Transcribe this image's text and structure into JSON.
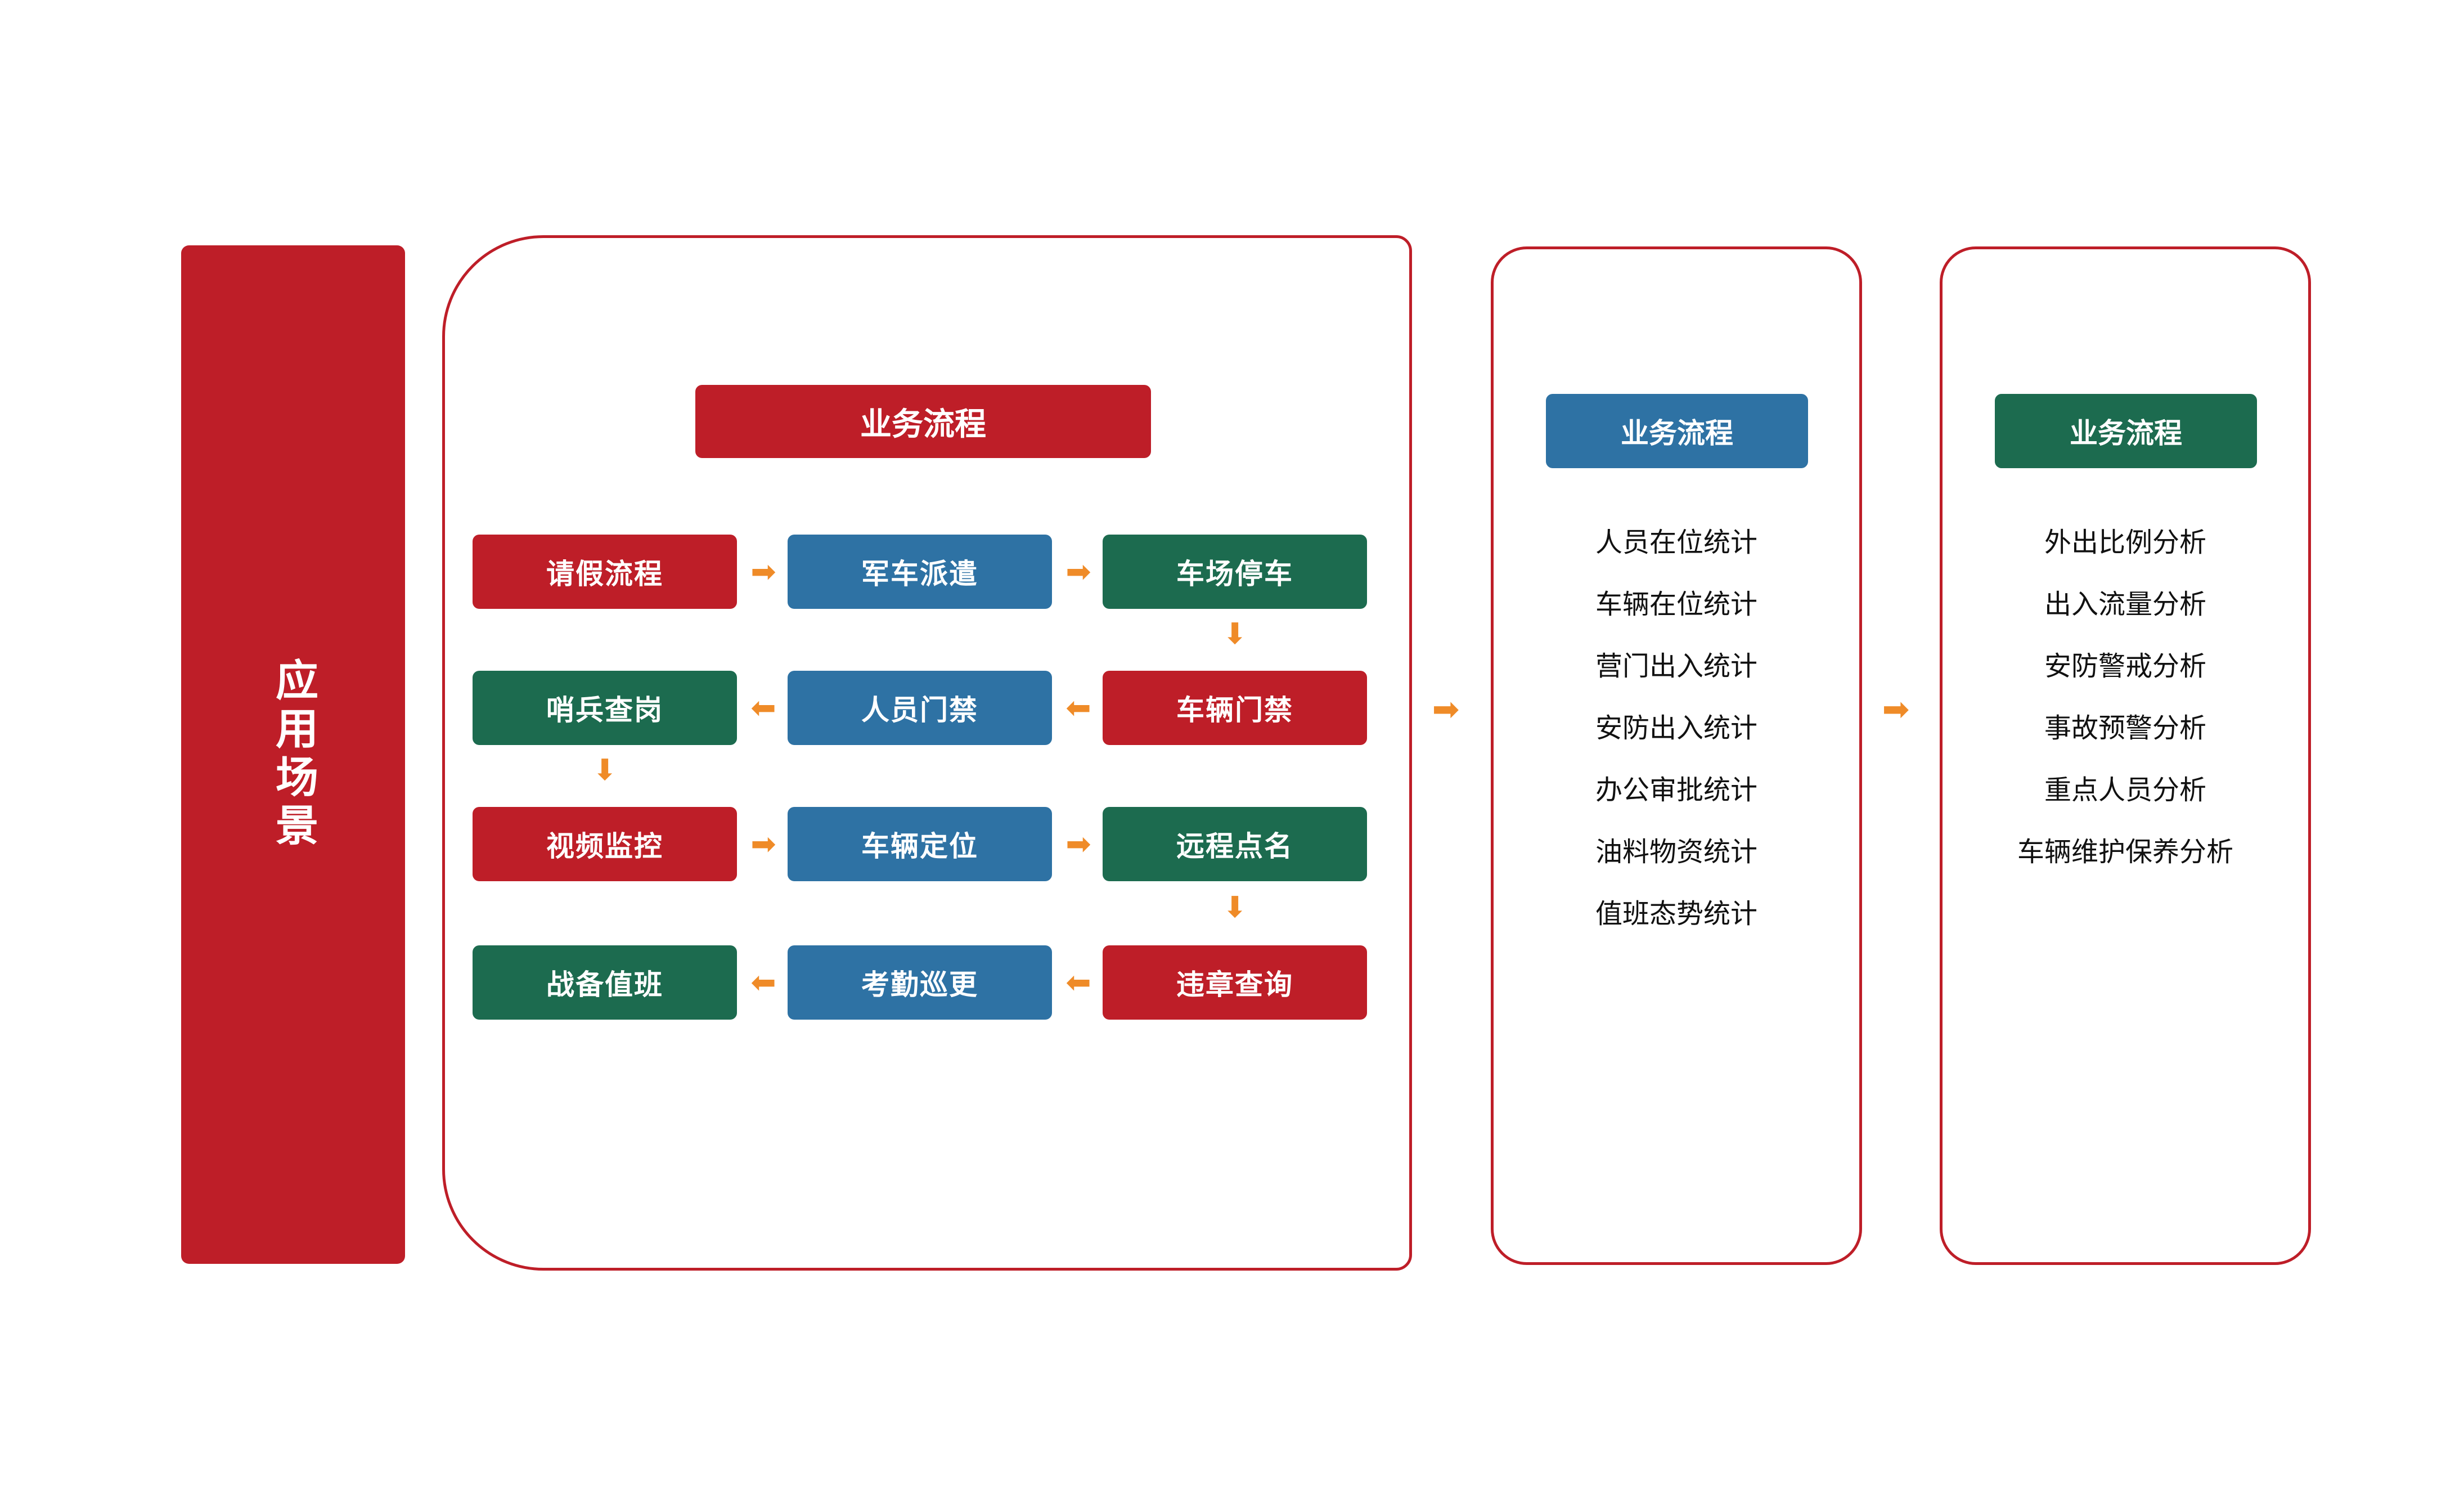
{
  "scenario_banner": {
    "label": "应用场景",
    "color": "#be1e28"
  },
  "colors": {
    "red": "#be1e28",
    "blue": "#2e72a4",
    "green": "#1c6b4f",
    "arrow_orange": "#ef8b28",
    "panel_border": "#be1e28",
    "text_dark": "#111111"
  },
  "process_panel": {
    "title": "业务流程",
    "title_color": "#be1e28",
    "rows": [
      {
        "direction": "right",
        "boxes": [
          {
            "label": "请假流程",
            "color": "red"
          },
          {
            "label": "军车派遣",
            "color": "blue"
          },
          {
            "label": "车场停车",
            "color": "green"
          }
        ]
      },
      {
        "direction": "left",
        "boxes": [
          {
            "label": "哨兵查岗",
            "color": "green"
          },
          {
            "label": "人员门禁",
            "color": "blue"
          },
          {
            "label": "车辆门禁",
            "color": "red"
          }
        ]
      },
      {
        "direction": "right",
        "boxes": [
          {
            "label": "视频监控",
            "color": "red"
          },
          {
            "label": "车辆定位",
            "color": "blue"
          },
          {
            "label": "远程点名",
            "color": "green"
          }
        ]
      },
      {
        "direction": "left",
        "boxes": [
          {
            "label": "战备值班",
            "color": "green"
          },
          {
            "label": "考勤巡更",
            "color": "blue"
          },
          {
            "label": "违章查询",
            "color": "red"
          }
        ]
      }
    ],
    "arrows": {
      "right": "➡",
      "left": "⬅",
      "down": "⬇"
    }
  },
  "stats_panel": {
    "title": "业务流程",
    "title_color": "#2e72a4",
    "items": [
      "人员在位统计",
      "车辆在位统计",
      "营门出入统计",
      "安防出入统计",
      "办公审批统计",
      "油料物资统计",
      "值班态势统计"
    ]
  },
  "analysis_panel": {
    "title": "业务流程",
    "title_color": "#1c6b4f",
    "items": [
      "外出比例分析",
      "出入流量分析",
      "安防警戒分析",
      "事故预警分析",
      "重点人员分析",
      "车辆维护保养分析"
    ]
  },
  "connectors": [
    {
      "glyph": "➡",
      "from": "process_panel",
      "to": "stats_panel"
    },
    {
      "glyph": "➡",
      "from": "stats_panel",
      "to": "analysis_panel"
    }
  ]
}
